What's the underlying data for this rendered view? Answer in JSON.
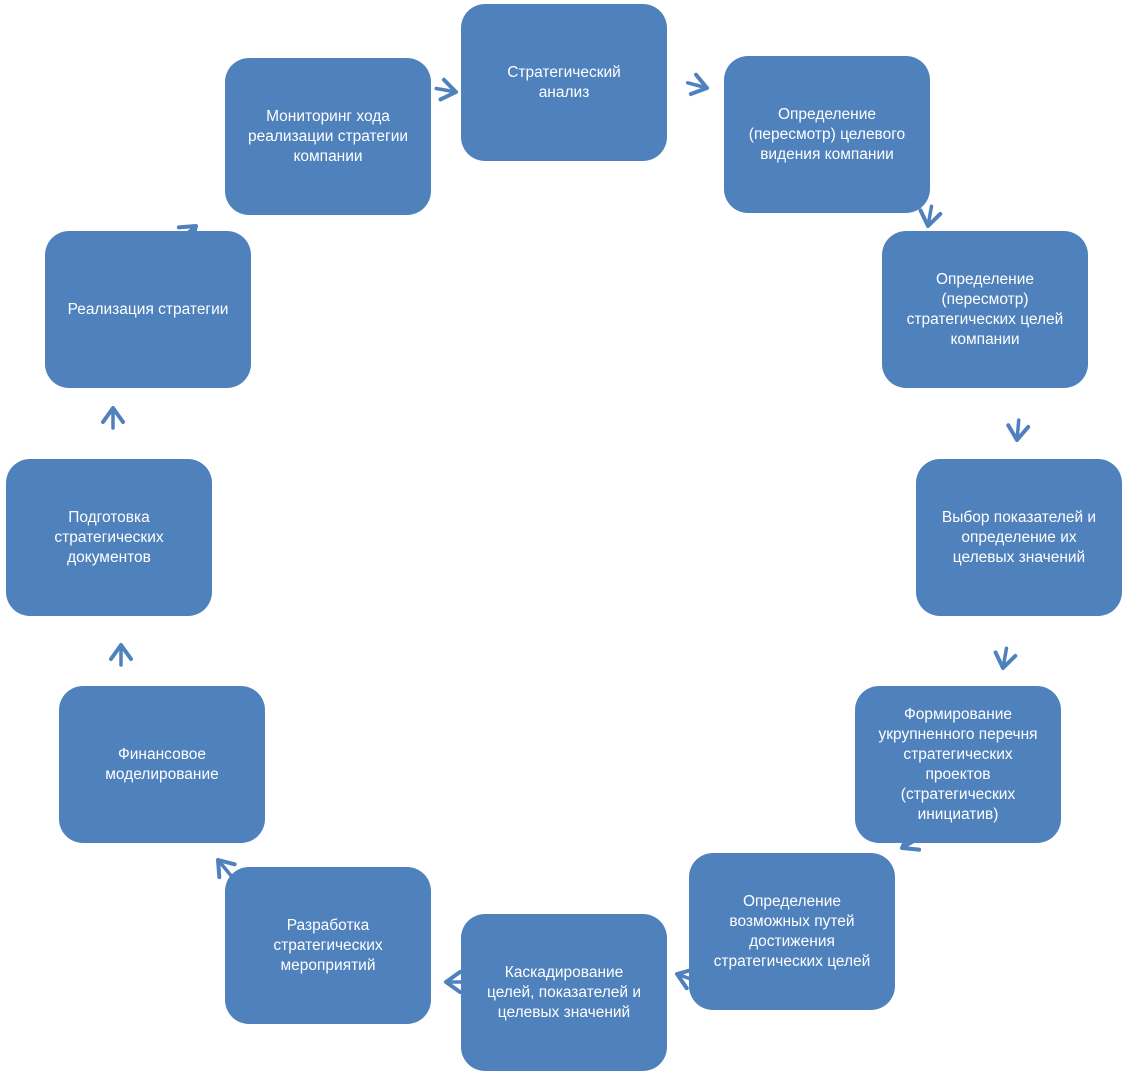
{
  "diagram": {
    "node_color": "#4f81bd",
    "arrow_color": "#4f81bd",
    "nodes": [
      {
        "label": "Стратегический\nанализ"
      },
      {
        "label": "Определение\n(пересмотр) целевого\nвидения компании"
      },
      {
        "label": "Определение\n(пересмотр)\nстратегических целей\nкомпании"
      },
      {
        "label": "Выбор показателей и\nопределение их\nцелевых значений"
      },
      {
        "label": "Формирование\nукрупненного перечня\nстратегических\nпроектов\n(стратегических\nинициатив)"
      },
      {
        "label": "Определение\nвозможных путей\nдостижения\nстратегических целей"
      },
      {
        "label": "Каскадирование\nцелей, показателей и\nцелевых значений"
      },
      {
        "label": "Разработка\nстратегических\nмероприятий"
      },
      {
        "label": "Финансовое\nмоделирование"
      },
      {
        "label": "Подготовка\nстратегических\nдокументов"
      },
      {
        "label": "Реализация стратегии"
      },
      {
        "label": "Мониторинг хода\nреализации стратегии\nкомпании"
      }
    ]
  }
}
